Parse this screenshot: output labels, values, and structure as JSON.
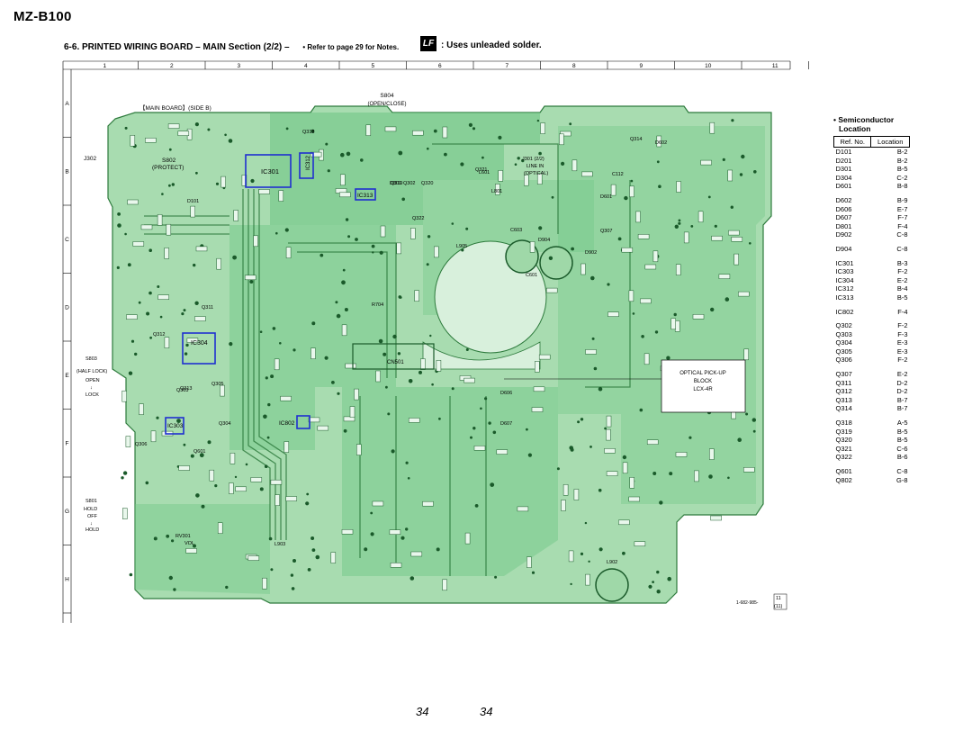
{
  "model": "MZ-B100",
  "heading": {
    "title": "6-6. PRINTED WIRING BOARD – MAIN Section (2/2) –",
    "note": "• Refer to page 29 for Notes.",
    "lf_icon": "LF",
    "unleaded": ": Uses unleaded solder."
  },
  "grid": {
    "columns": [
      "1",
      "2",
      "3",
      "4",
      "5",
      "6",
      "7",
      "8",
      "9",
      "10",
      "11"
    ],
    "rows": [
      "A",
      "B",
      "C",
      "D",
      "E",
      "F",
      "G",
      "H"
    ]
  },
  "board": {
    "title": "【MAIN BOARD】(SIDE B)",
    "switch_s804": "S804",
    "switch_s804_label": "(OPEN/CLOSE)",
    "j302": "J302",
    "s802": "S802",
    "s802_label": "(PROTECT)",
    "s803": "S803",
    "s803_label": "(HALF LOCK)",
    "open": "OPEN",
    "lock": "LOCK",
    "arrow": "↓",
    "s801": "S801",
    "hold": "HOLD",
    "off": "OFF",
    "hold2": "HOLD",
    "rv301": "RV301",
    "vol": "VOL",
    "j301": "J301 (2/2)",
    "line_in": "LINE IN",
    "optical": "(OPTICAL)",
    "pickup": "OPTICAL PICK-UP",
    "block": "BLOCK",
    "lcx": "LCX-4R",
    "cn501": "CN501",
    "r704": "R704",
    "board_no": "1-682-985-",
    "version": "11",
    "version2": "(11)",
    "ics": [
      "IC301",
      "IC312",
      "IC313",
      "IC304",
      "IC303",
      "IC802"
    ],
    "diodes": [
      "D301",
      "D101",
      "D601",
      "D602",
      "D606",
      "D607",
      "D902",
      "D904"
    ],
    "transistors": [
      "Q311",
      "Q312",
      "Q318",
      "Q319",
      "Q320",
      "Q321",
      "Q322",
      "Q302",
      "Q303",
      "Q305",
      "Q306",
      "Q601",
      "Q307",
      "Q313",
      "Q314",
      "Q304"
    ],
    "coils": [
      "L601",
      "L801",
      "L902",
      "L903",
      "L905",
      "C601",
      "C603",
      "C112"
    ]
  },
  "legend": {
    "title_line1": "• Semiconductor",
    "title_line2": "Location",
    "col_ref": "Ref. No.",
    "col_loc": "Location",
    "groups": [
      [
        [
          "D101",
          "B-2"
        ],
        [
          "D201",
          "B-2"
        ],
        [
          "D301",
          "B-5"
        ],
        [
          "D304",
          "C-2"
        ],
        [
          "D601",
          "B-8"
        ]
      ],
      [
        [
          "D602",
          "B-9"
        ],
        [
          "D606",
          "E-7"
        ],
        [
          "D607",
          "F-7"
        ],
        [
          "D801",
          "F-4"
        ],
        [
          "D902",
          "C-8"
        ]
      ],
      [
        [
          "D904",
          "C-8"
        ]
      ],
      [
        [
          "IC301",
          "B-3"
        ],
        [
          "IC303",
          "F-2"
        ],
        [
          "IC304",
          "E-2"
        ],
        [
          "IC312",
          "B-4"
        ],
        [
          "IC313",
          "B-5"
        ]
      ],
      [
        [
          "IC802",
          "F-4"
        ]
      ],
      [
        [
          "Q302",
          "F-2"
        ],
        [
          "Q303",
          "F-3"
        ],
        [
          "Q304",
          "E-3"
        ],
        [
          "Q305",
          "E-3"
        ],
        [
          "Q306",
          "F-2"
        ]
      ],
      [
        [
          "Q307",
          "E-2"
        ],
        [
          "Q311",
          "D-2"
        ],
        [
          "Q312",
          "D-2"
        ],
        [
          "Q313",
          "B-7"
        ],
        [
          "Q314",
          "B-7"
        ]
      ],
      [
        [
          "Q318",
          "A-5"
        ],
        [
          "Q319",
          "B-5"
        ],
        [
          "Q320",
          "B-5"
        ],
        [
          "Q321",
          "C-6"
        ],
        [
          "Q322",
          "B-6"
        ]
      ],
      [
        [
          "Q601",
          "C-8"
        ],
        [
          "Q802",
          "G-8"
        ]
      ]
    ]
  },
  "page_left": "34",
  "page_right": "34",
  "colors": {
    "board": "#9fd8a8",
    "board_dark": "#5dbb74",
    "trace": "#6cc584",
    "ic_outline": "#1f2fd0",
    "pad": "#2d7a3c"
  }
}
